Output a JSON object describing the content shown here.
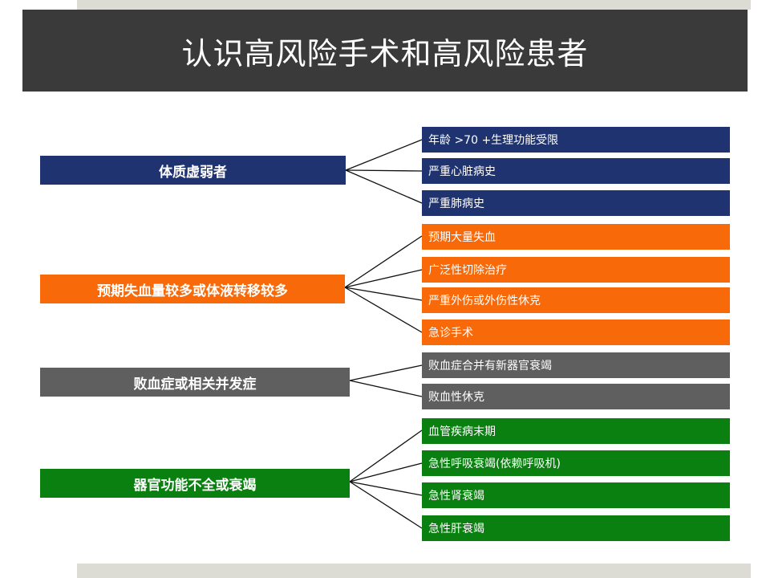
{
  "title": "认识高风险手术和高风险患者",
  "colors": {
    "blue": "#1f3370",
    "orange": "#f86a09",
    "gray": "#5f5f5f",
    "green": "#0a8010",
    "title_bg": "#3a3a3a",
    "stripe": "#dcdcd4"
  },
  "categories": [
    {
      "label": "体质虚弱者",
      "color": "blue",
      "items": [
        "年龄 >70 +生理功能受限",
        "严重心脏病史",
        "严重肺病史"
      ]
    },
    {
      "label": "预期失血量较多或体液转移较多",
      "color": "orange",
      "items": [
        "预期大量失血",
        "广泛性切除治疗",
        "严重外伤或外伤性休克",
        "急诊手术"
      ]
    },
    {
      "label": "败血症或相关并发症",
      "color": "gray",
      "items": [
        "败血症合并有新器官衰竭",
        "败血性休克"
      ]
    },
    {
      "label": "器官功能不全或衰竭",
      "color": "green",
      "items": [
        "血管疾病末期",
        "急性呼吸衰竭(依赖呼吸机)",
        "急性肾衰竭",
        "急性肝衰竭"
      ]
    }
  ]
}
